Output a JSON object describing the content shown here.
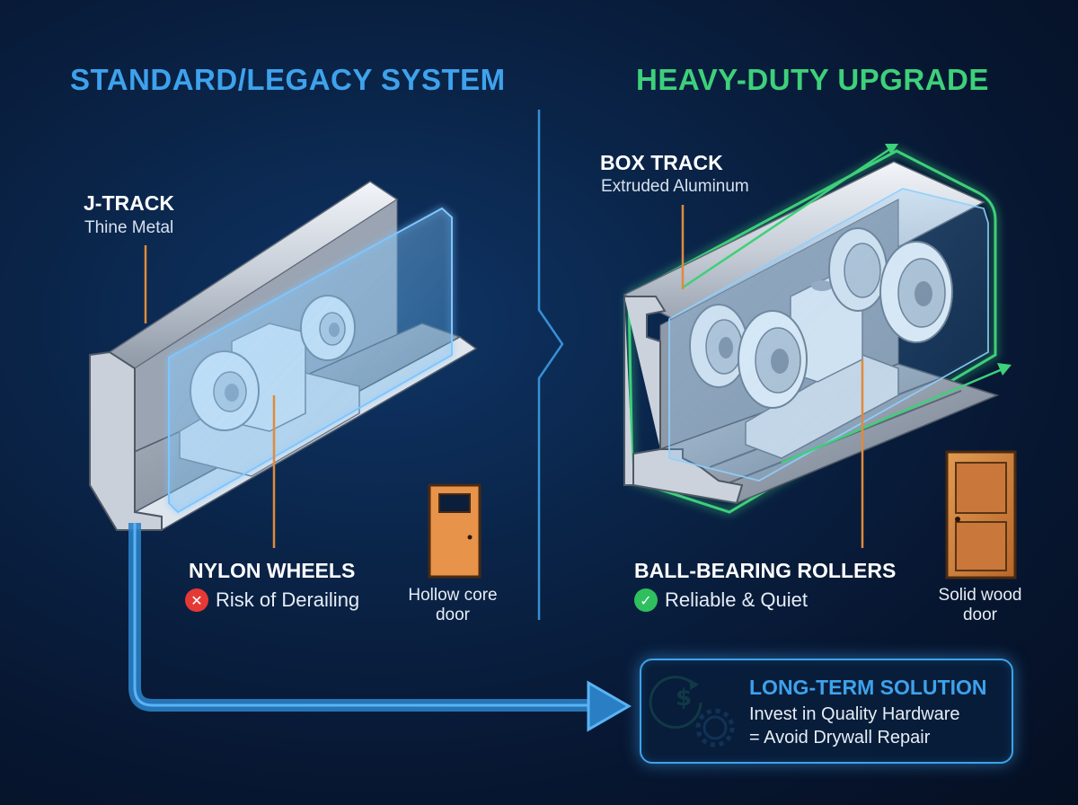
{
  "left": {
    "heading": "STANDARD/LEGACY SYSTEM",
    "track_title": "J-TRACK",
    "track_sub": "Thine Metal",
    "wheel_title": "NYLON WHEELS",
    "wheel_status": "Risk of Derailing",
    "status_icon": "x-circle-icon",
    "door_caption_line1": "Hollow core",
    "door_caption_line2": "door"
  },
  "right": {
    "heading": "HEAVY-DUTY UPGRADE",
    "track_title": "BOX TRACK",
    "track_sub": "Extruded Aluminum",
    "roller_title": "BALL-BEARING ROLLERS",
    "roller_status": "Reliable & Quiet",
    "status_icon": "check-circle-icon",
    "door_caption_line1": "Solid wood",
    "door_caption_line2": "door"
  },
  "solution": {
    "title": "LONG-TERM SOLUTION",
    "line1": "Invest in Quality Hardware",
    "line2": "= Avoid Drywall Repair",
    "icon": "dollar-gear-icon"
  },
  "colors": {
    "legacy_blue": "#3ea2ec",
    "upgrade_green": "#3ed07a",
    "leader_orange": "#e08a3c",
    "x_red": "#e53935",
    "check_green": "#2fbf5f"
  }
}
